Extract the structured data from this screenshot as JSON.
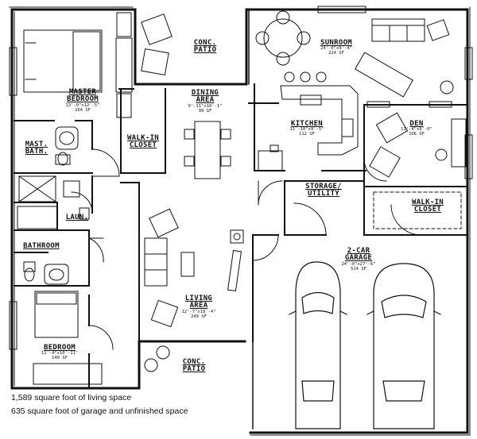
{
  "rooms": {
    "master_bedroom": {
      "name": "MASTER BEDROOM",
      "dims": "13'-0\"x12'-5\"",
      "area": "164 SF"
    },
    "conc_patio_top": {
      "name": "CONC. PATIO"
    },
    "dining_area": {
      "name": "DINING AREA",
      "dims": "9'-11\"x10'-1\"",
      "area": "99 SF"
    },
    "sunroom": {
      "name": "SUNROOM",
      "dims": "24'-0\"x9'-4\"",
      "area": "224 SF"
    },
    "kitchen": {
      "name": "KITCHEN",
      "dims": "11'-10\"x9'-5\"",
      "area": "112 SF"
    },
    "den": {
      "name": "DEN",
      "dims": "11'-4\"x9'-0\"",
      "area": "106 SF"
    },
    "mast_bath": {
      "name": "MAST. BATH."
    },
    "walk_in_closet_left": {
      "name": "WALK-IN CLOSET"
    },
    "storage_utility": {
      "name": "STORAGE/ UTILITY"
    },
    "walk_in_closet_right": {
      "name": "WALK-IN CLOSET"
    },
    "laun": {
      "name": "LAUN."
    },
    "bathroom": {
      "name": "BATHROOM"
    },
    "garage": {
      "name": "2-CAR GARAGE",
      "dims": "24'-0\"x27'-6\"",
      "area": "514 SF"
    },
    "living_area": {
      "name": "LIVING AREA",
      "dims": "12'-7\"x18'-4\"",
      "area": "249 SF"
    },
    "bedroom": {
      "name": "BEDROOM",
      "dims": "11'-4\"x10'-11\"",
      "area": "140 SF"
    },
    "conc_patio_bottom": {
      "name": "CONC. PATIO"
    }
  },
  "footer": {
    "living_space": "1,589 square foot of living space",
    "garage_space": "635 square foot of garage and unfinished space"
  }
}
